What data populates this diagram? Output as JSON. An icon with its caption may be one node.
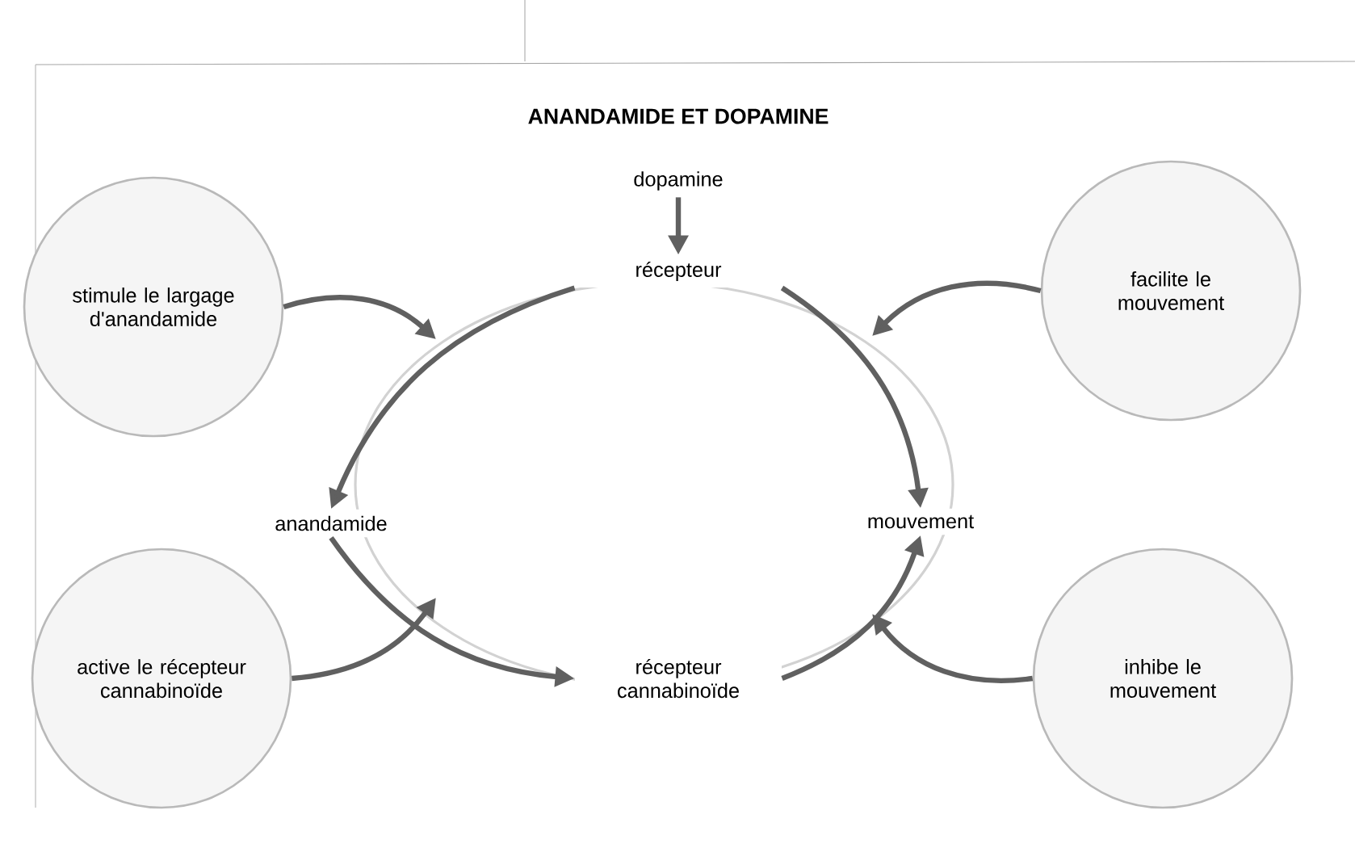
{
  "diagram": {
    "title": "ANANDAMIDE ET DOPAMINE",
    "nodes": [
      {
        "text": [
          "stimule le largage d'anandamide"
        ]
      },
      {
        "text": [
          "facilite le mouvement"
        ]
      },
      {
        "text": [
          "dopamine"
        ]
      },
      {
        "text": [
          "récepteur"
        ]
      },
      {
        "text": [
          "anandamide"
        ]
      },
      {
        "text": [
          "mouvement"
        ]
      },
      {
        "text": [
          "active le récepteur cannabinoïde"
        ]
      },
      {
        "text": [
          "récepteur cannabinoïde"
        ]
      },
      {
        "text": [
          "inhibe le mouvement"
        ]
      }
    ],
    "edges": [
      {
        "from": 2,
        "to": 3,
        "arrow": "to"
      },
      {
        "from": 3,
        "to": 4,
        "arrow": "to"
      },
      {
        "from": 3,
        "to": 5,
        "arrow": "to"
      },
      {
        "from": 4,
        "to": 7,
        "arrow": "to"
      },
      {
        "from": 7,
        "to": 5,
        "arrow": "to"
      },
      {
        "from": 0,
        "to": null,
        "arrow": "to"
      },
      {
        "from": 1,
        "to": null,
        "arrow": "to"
      },
      {
        "from": 6,
        "to": null,
        "arrow": "to"
      },
      {
        "from": 8,
        "to": null,
        "arrow": "to"
      }
    ]
  }
}
